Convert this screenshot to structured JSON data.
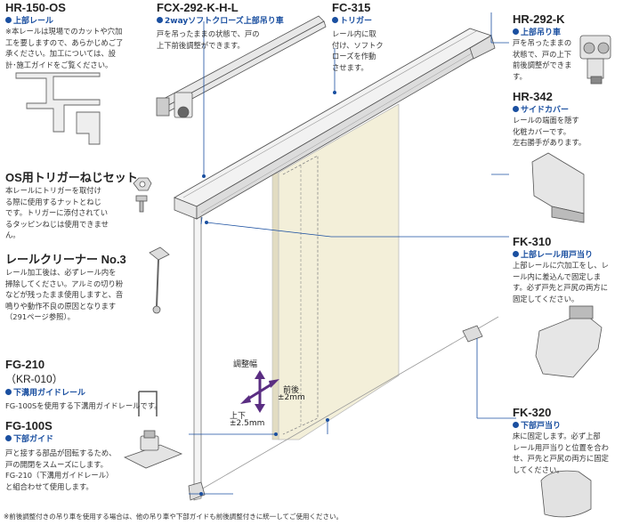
{
  "parts": {
    "hr150os": {
      "code": "HR-150-OS",
      "sub": "上部レール",
      "desc": [
        "※本レールは現場でのカットや穴加",
        "工を要しますので、あらかじめご了",
        "承ください。加工については、設",
        "計･施工ガイドをご覧ください。"
      ]
    },
    "fcx": {
      "code": "FCX-292-K-H-L",
      "sub": "2wayソフトクローズ上部吊り車",
      "desc": [
        "戸を吊ったままの状態で、戸の",
        "上下前後調整ができます。"
      ]
    },
    "fc315": {
      "code": "FC-315",
      "sub": "トリガー",
      "desc": [
        "レール内に取",
        "付け、ソフトク",
        "ローズを作動",
        "させます。"
      ]
    },
    "hr292k": {
      "code": "HR-292-K",
      "sub": "上部吊り車",
      "desc": [
        "戸を吊ったままの",
        "状態で、戸の上下",
        "前後調整ができま",
        "す。"
      ]
    },
    "hr342": {
      "code": "HR-342",
      "sub": "サイドカバー",
      "desc": [
        "レールの端面を隠す",
        "化粧カバーです。",
        "左右勝手があります。"
      ]
    },
    "os_trigger": {
      "code": "OS用トリガーねじセット",
      "desc": [
        "本レールにトリガーを取付け",
        "る際に使用するナットとねじ",
        "です。トリガーに添付されてい",
        "るタッピンねじは使用できませ",
        "ん。"
      ]
    },
    "cleaner": {
      "code": "レールクリーナー No.3",
      "desc": [
        "レール加工後は、必ずレール内を",
        "掃除してください。アルミの切り粉",
        "などが残ったまま使用しますと、音",
        "鳴りや動作不良の原因となります",
        "（291ページ参照）。"
      ]
    },
    "fk310": {
      "code": "FK-310",
      "sub": "上部レール用戸当り",
      "desc": [
        "上部レールに穴加工をし、レ",
        "ール内に差込んで固定しま",
        "す。必ず戸先と戸尻の両方に",
        "固定してください。"
      ]
    },
    "fg210": {
      "code": "FG-210",
      "code2": "（KR-010）",
      "sub": "下溝用ガイドレール",
      "desc": [
        "FG-100Sを使用する下溝用ガイドレールです。"
      ]
    },
    "fk320": {
      "code": "FK-320",
      "sub": "下部戸当り",
      "desc": [
        "床に固定します。必ず上部",
        "レール用戸当りと位置を合わ",
        "せ、戸先と戸尻の両方に固定",
        "してください。"
      ]
    },
    "fg100s": {
      "code": "FG-100S",
      "sub": "下部ガイド",
      "desc": [
        "戸と接する部品が回転するため、",
        "戸の開閉をスムーズにします。",
        "FG-210（下溝用ガイドレール）",
        "と組合わせて使用します。"
      ]
    }
  },
  "adjust": {
    "label": "調整幅",
    "front": "前後",
    "front_val": "±2mm",
    "updown": "上下",
    "updown_val": "±2.5mm"
  },
  "footnote": "※前後調整付きの吊り車を使用する場合は、他の吊り車や下部ガイドも前後調整付きに統一してご使用ください。",
  "colors": {
    "accent": "#1a4fa0",
    "door": "#f3efd9"
  }
}
